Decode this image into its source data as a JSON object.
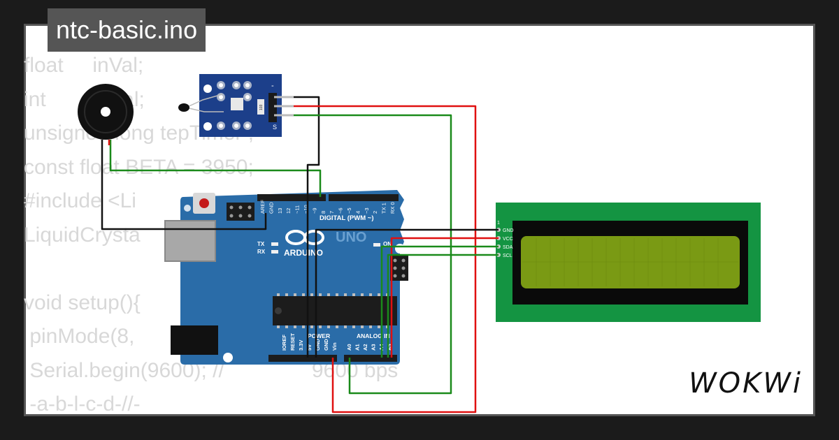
{
  "project": {
    "title": "ntc-basic.ino"
  },
  "brand": {
    "logo_text": "WOKWi"
  },
  "code_lines": [
    "float     inVal;",
    "int           Val;",
    "unsigned long tepTimer ;",
    "const float BETA = 3950;",
    "#include <Li",
    "LiquidCrysta",
    "",
    "void setup(){",
    " pinMode(8,",
    " Serial.begin(9600); //               9600 bps",
    " -a-b-l-c-d-//-"
  ],
  "arduino": {
    "brand_label": "ARDUINO",
    "model_label": "UNO",
    "digital_label": "DIGITAL (PWM ~)",
    "power_label": "POWER",
    "analog_label": "ANALOG IN",
    "on_label": "ON",
    "tx_label": "TX",
    "rx_label": "RX",
    "digital_pins": [
      "AREF",
      "GND",
      "13",
      "12",
      "~11",
      "~10",
      "~9",
      "8",
      "7",
      "~6",
      "~5",
      "4",
      "~3",
      "2",
      "TX 1",
      "RX 0"
    ],
    "power_pins": [
      "IOREF",
      "RESET",
      "3.3V",
      "5V",
      "GND",
      "GND",
      "Vin"
    ],
    "analog_pins": [
      "A0",
      "A1",
      "A2",
      "A3",
      "A4",
      "A5"
    ]
  },
  "lcd": {
    "pins": [
      "GND",
      "VCC",
      "SDA",
      "SCL"
    ],
    "pin_index_label": "1"
  },
  "ntc_module": {
    "pin_labels": [
      "-",
      "S"
    ],
    "resistor_label": "103"
  },
  "colors": {
    "wire_black": "#111111",
    "wire_red": "#e01010",
    "wire_green": "#1a8a1a",
    "board_blue": "#2a6ca8",
    "lcd_board": "#149442",
    "lcd_screen": "#7a9a14",
    "module_blue": "#1c3f8a"
  },
  "icons": [
    "buzzer-icon",
    "ntc-sensor-icon",
    "arduino-uno-icon",
    "lcd-display-icon"
  ]
}
